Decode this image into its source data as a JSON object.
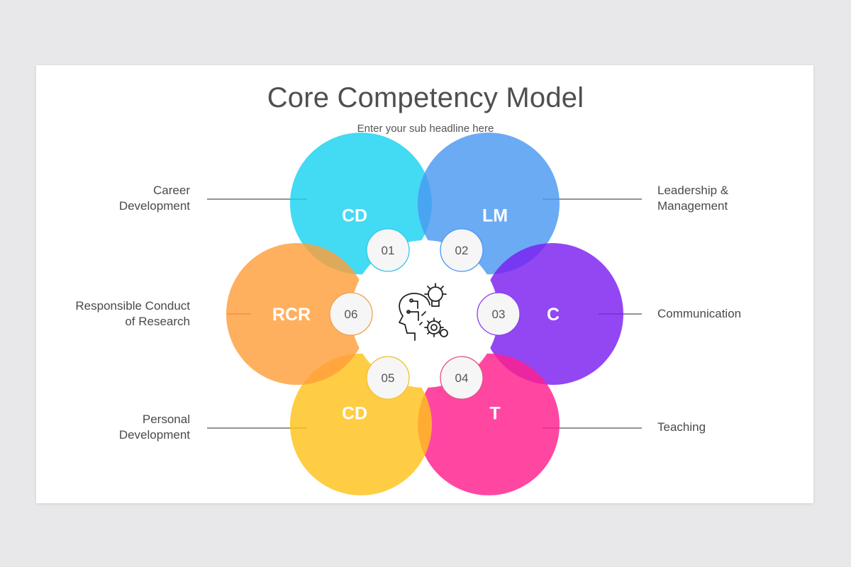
{
  "title": "Core Competency Model",
  "subtitle": "Enter your sub headline here",
  "segments": [
    {
      "number": "01",
      "abbr": "CD",
      "label": "Career\nDevelopment",
      "color": "#1ad2f2",
      "ring": "#37c6e6"
    },
    {
      "number": "02",
      "abbr": "LM",
      "label": "Leadership &\nManagement",
      "color": "#4a98f2",
      "ring": "#4a98f2"
    },
    {
      "number": "03",
      "abbr": "C",
      "label": "Communication",
      "color": "#7a1ff0",
      "ring": "#8a3ff0"
    },
    {
      "number": "04",
      "abbr": "T",
      "label": "Teaching",
      "color": "#ff1f8e",
      "ring": "#e0508e"
    },
    {
      "number": "05",
      "abbr": "CD",
      "label": "Personal\nDevelopment",
      "color": "#ffc21a",
      "ring": "#f0c030"
    },
    {
      "number": "06",
      "abbr": "RCR",
      "label": "Responsible Conduct\nof Research",
      "color": "#ff9f3a",
      "ring": "#f0a050"
    }
  ],
  "center_icon": "brain-idea-gear-icon"
}
